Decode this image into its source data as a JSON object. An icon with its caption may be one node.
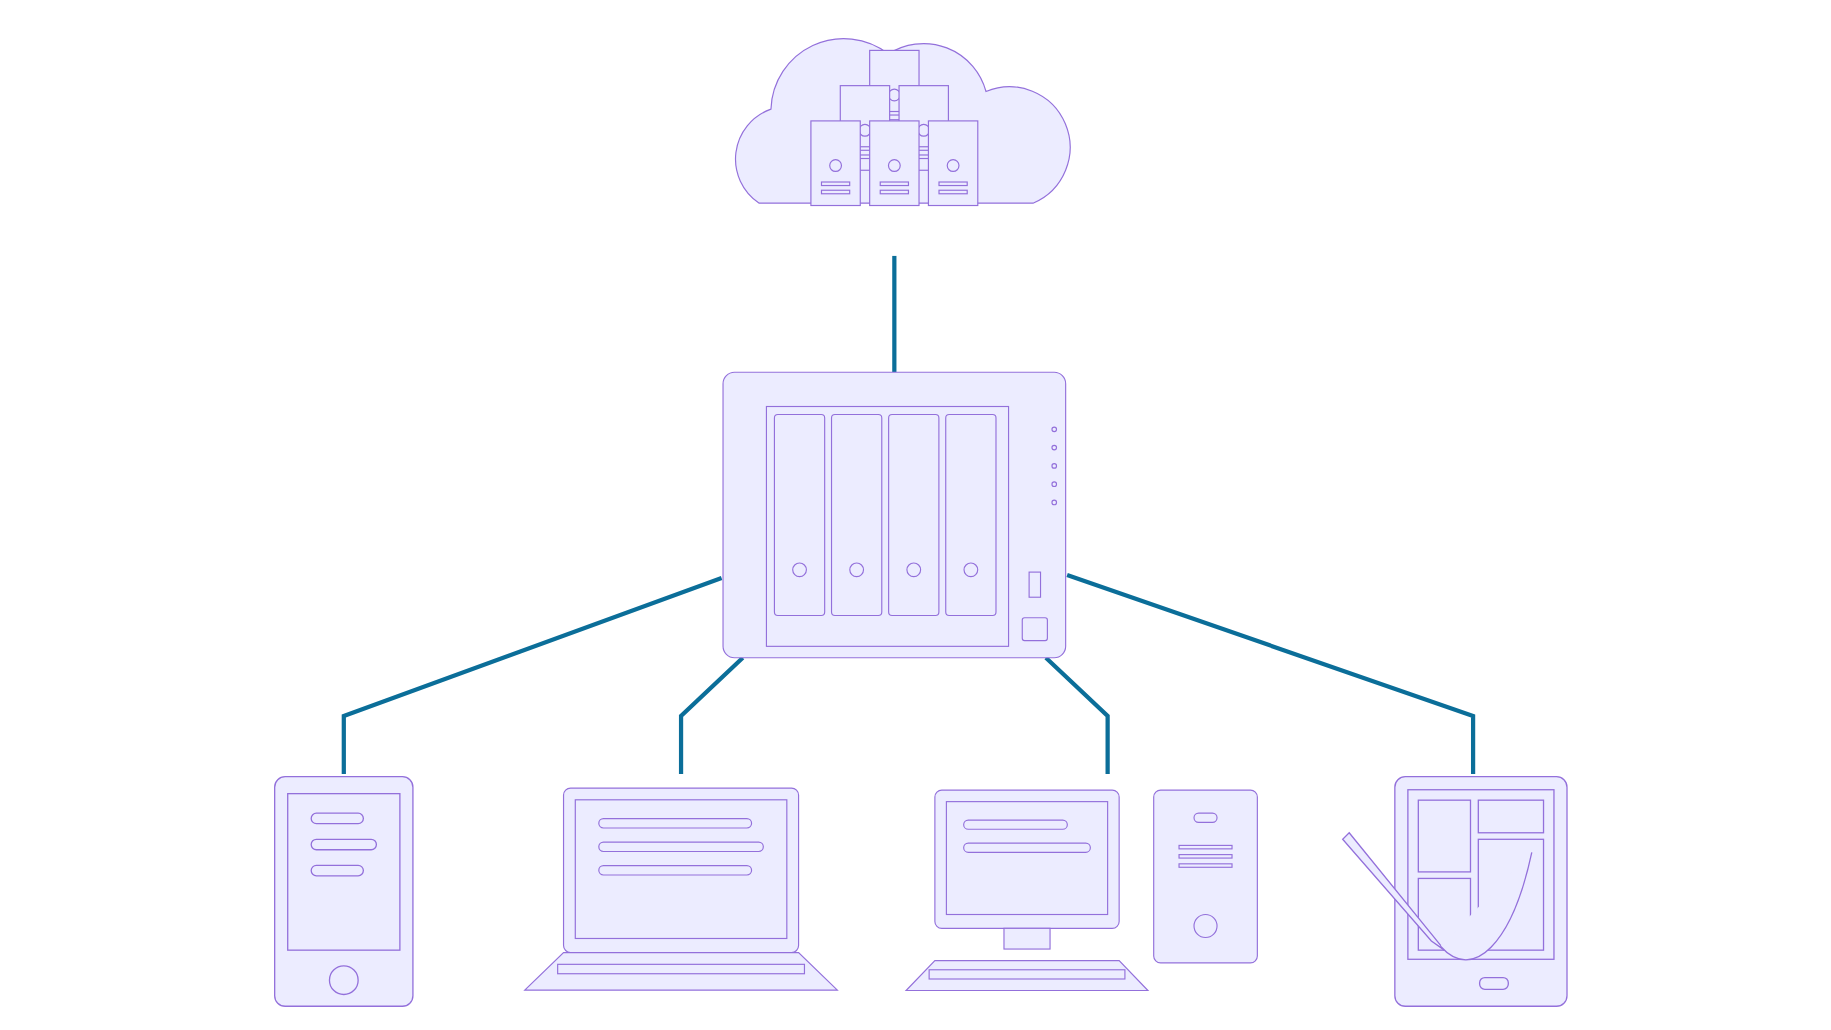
{
  "diagram": {
    "nodes": [
      {
        "text": [],
        "shape": "picture"
      },
      {
        "text": [],
        "shape": "picture"
      },
      {
        "text": [],
        "shape": "picture"
      },
      {
        "text": [],
        "shape": "picture"
      },
      {
        "text": [],
        "shape": "picture"
      },
      {
        "text": [],
        "shape": "picture"
      }
    ],
    "edges": [
      {
        "from": 0,
        "to": 1,
        "arrow": "none"
      },
      {
        "from": 1,
        "to": 2,
        "arrow": "none"
      },
      {
        "from": 1,
        "to": 3,
        "arrow": "none"
      },
      {
        "from": 1,
        "to": 4,
        "arrow": "none"
      },
      {
        "from": 1,
        "to": 5,
        "arrow": "none"
      }
    ]
  }
}
